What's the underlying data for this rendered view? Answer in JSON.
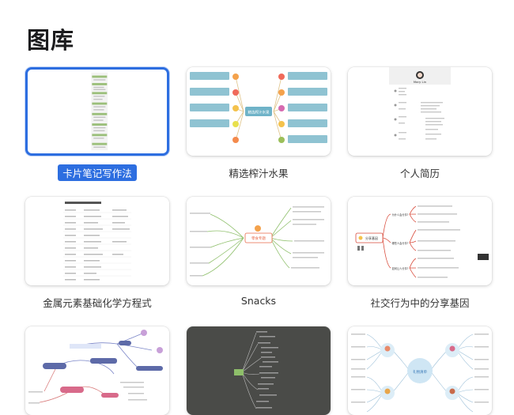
{
  "gallery": {
    "title": "图库",
    "items": [
      {
        "label": "卡片笔记写作法",
        "selected": true
      },
      {
        "label": "精选榨汁水果",
        "selected": false
      },
      {
        "label": "个人简历",
        "selected": false
      },
      {
        "label": "金属元素基础化学方程式",
        "selected": false
      },
      {
        "label": "Snacks",
        "selected": false
      },
      {
        "label": "社交行为中的分享基因",
        "selected": false
      },
      {
        "label": "",
        "selected": false
      },
      {
        "label": "",
        "selected": false
      },
      {
        "label": "",
        "selected": false
      }
    ],
    "thumbnails": {
      "juice_center": "精选榨汁水果",
      "resume_name": "Mary Lin",
      "snacks_center": "零食专题",
      "share_center": "分享基因",
      "share_q1": "为什么会分享?",
      "share_q2": "哪些人会分享?",
      "share_q3": "如何让人分享?",
      "gift_center": "礼物清单"
    }
  },
  "colors": {
    "accent": "#2d6ee0",
    "dark_card": "#4a4b48"
  }
}
